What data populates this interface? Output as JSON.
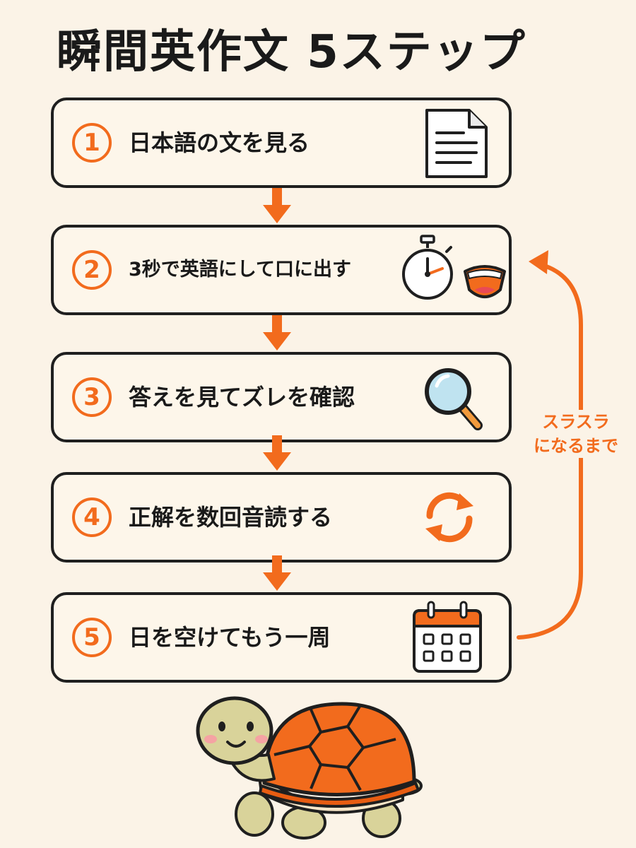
{
  "title": "瞬間英作文 5ステップ",
  "steps": [
    {
      "number": "1",
      "label": "日本語の文を見る"
    },
    {
      "number": "2",
      "label": "3秒で英語にして口に出す"
    },
    {
      "number": "3",
      "label": "答えを見てズレを確認"
    },
    {
      "number": "4",
      "label": "正解を数回音読する"
    },
    {
      "number": "5",
      "label": "日を空けてもう一周"
    }
  ],
  "loop": {
    "line1": "スラスラ",
    "line2": "になるまで"
  },
  "colors": {
    "accent": "#f26b1d",
    "outline": "#1f1f1f",
    "background": "#fbf3e7",
    "card": "#fdf6ea"
  },
  "icons": [
    "document-icon",
    "stopwatch-icon",
    "mouth-icon",
    "magnifier-icon",
    "refresh-icon",
    "calendar-icon",
    "turtle-illustration"
  ]
}
